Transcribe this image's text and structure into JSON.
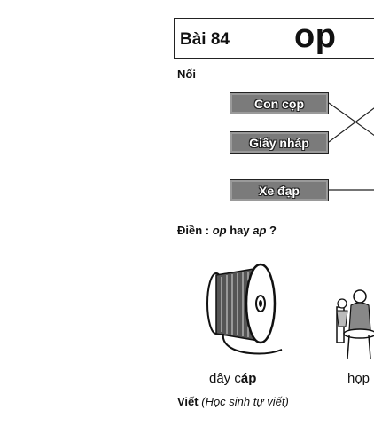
{
  "header": {
    "lesson_number": "Bài 84",
    "title": "op"
  },
  "match_section": {
    "label": "Nối",
    "words": [
      "Con cọp",
      "Giấy nháp",
      "Xe đạp"
    ]
  },
  "fill_section": {
    "prefix": "Điền : ",
    "option1": "op",
    "middle": " hay ",
    "option2": "ap",
    "suffix": " ?",
    "items": [
      {
        "plain": "dây c",
        "highlight": "áp"
      },
      {
        "plain": "họp",
        "highlight": ""
      }
    ]
  },
  "write_section": {
    "label": "Viết",
    "note": "(Học sinh tự viết)"
  }
}
